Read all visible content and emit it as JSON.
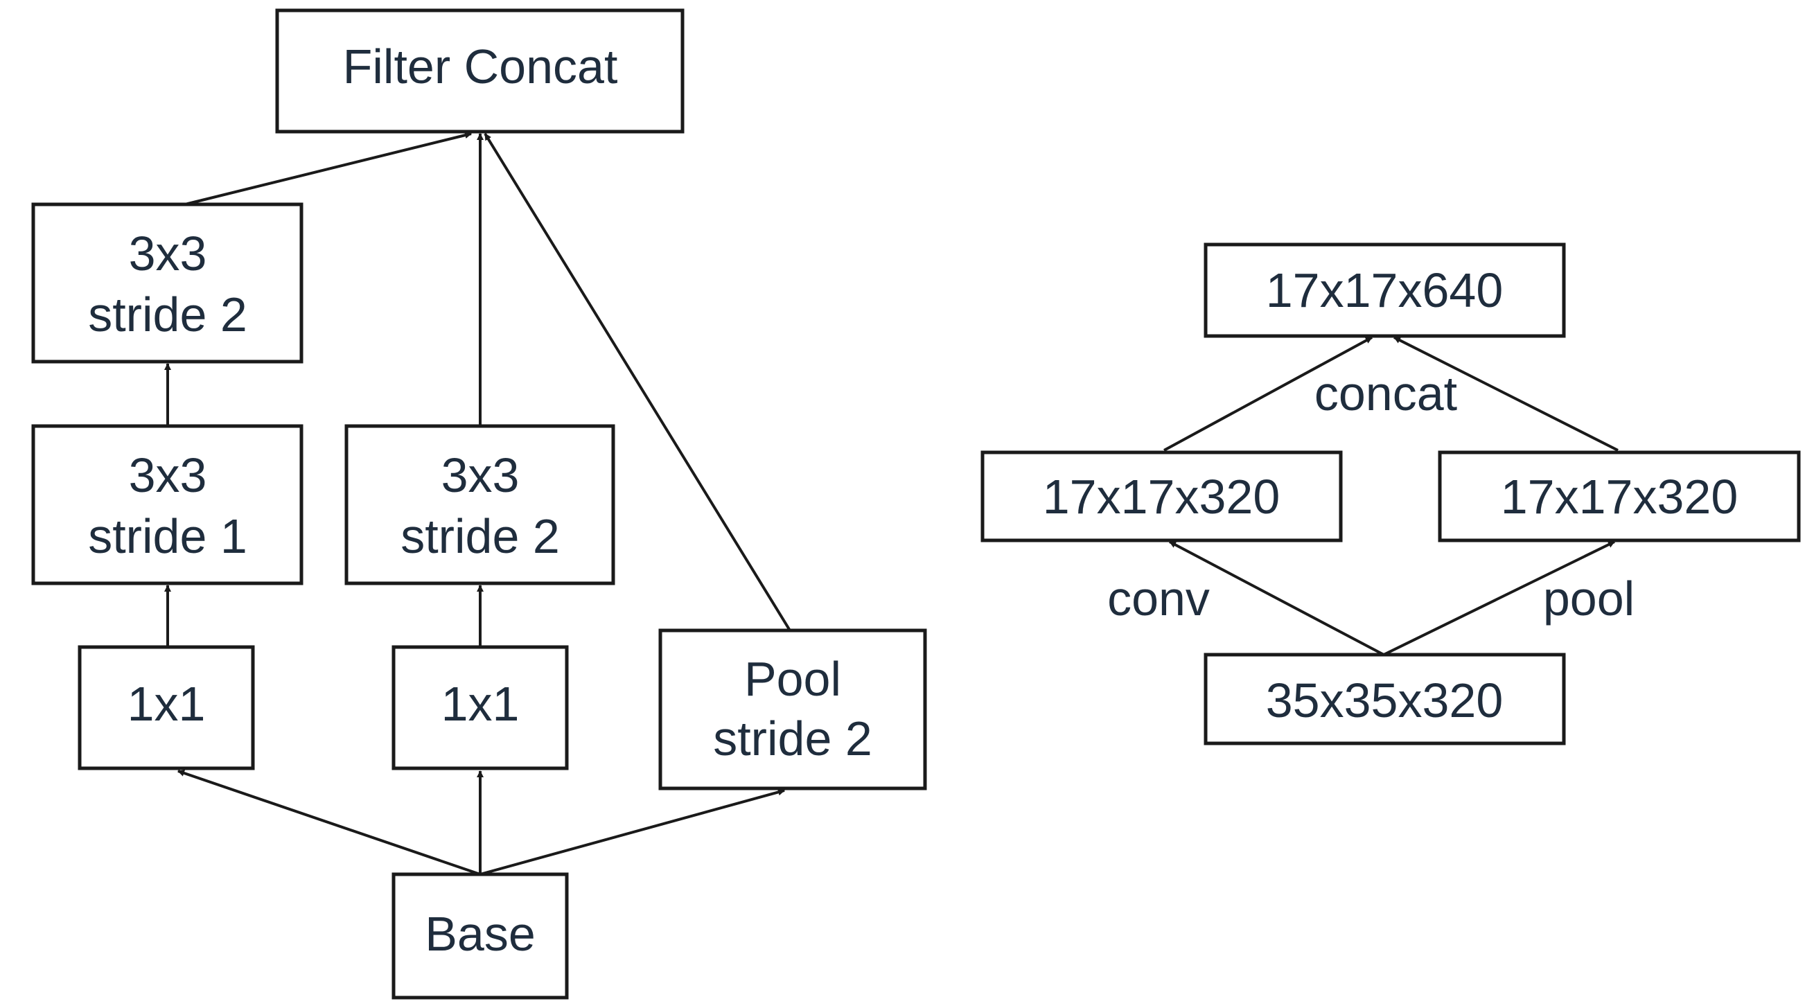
{
  "left_diagram": {
    "nodes": {
      "filter_concat": [
        "Filter Concat"
      ],
      "conv3_s2_top": [
        "3x3",
        "stride 2"
      ],
      "conv3_s1": [
        "3x3",
        "stride 1"
      ],
      "conv3_s2_mid": [
        "3x3",
        "stride 2"
      ],
      "conv1_left": [
        "1x1"
      ],
      "conv1_mid": [
        "1x1"
      ],
      "pool_s2": [
        "Pool",
        "stride 2"
      ],
      "base": [
        "Base"
      ]
    }
  },
  "right_diagram": {
    "nodes": {
      "out_640": [
        "17x17x640"
      ],
      "conv_320": [
        "17x17x320"
      ],
      "pool_320": [
        "17x17x320"
      ],
      "in_35": [
        "35x35x320"
      ]
    },
    "edge_labels": {
      "concat": "concat",
      "conv": "conv",
      "pool": "pool"
    }
  },
  "colors": {
    "stroke": "#1a1a1a",
    "text": "#1f2d3d",
    "background": "#ffffff"
  }
}
